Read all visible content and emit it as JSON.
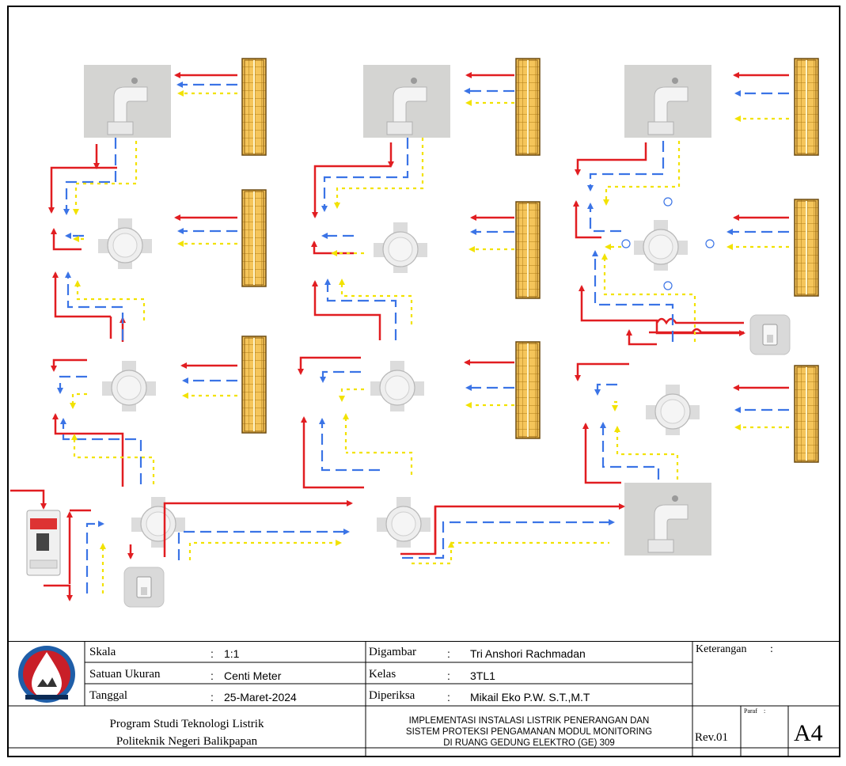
{
  "title_block": {
    "scale_label": "Skala",
    "scale_value": "1:1",
    "unit_label": "Satuan Ukuran",
    "unit_value": "Centi Meter",
    "date_label": "Tanggal",
    "date_value": "25-Maret-2024",
    "drawn_label": "Digambar",
    "drawn_value": "Tri Anshori Rachmadan",
    "class_label": "Kelas",
    "class_value": "3TL1",
    "checked_label": "Diperiksa",
    "checked_value": "Mikail Eko P.W. S.T.,M.T",
    "notes_label": "Keterangan",
    "program_line1": "Program Studi Teknologi Listrik",
    "program_line2": "Politeknik Negeri Balikpapan",
    "title_line1": "IMPLEMENTASI INSTALASI LISTRIK PENERANGAN DAN",
    "title_line2": "SISTEM PROTEKSI PENGAMANAN MODUL MONITORING",
    "title_line3": "DI RUANG GEDUNG ELEKTRO (GE) 309",
    "revision": "Rev.01",
    "paraf_label": "Paraf",
    "paper_size": "A4",
    "colon": ":"
  },
  "wire_colors": {
    "phase": "#e11d21",
    "neutral": "#3b74e6",
    "ground": "#f2e200"
  },
  "icons": [
    "lamp-fixture-icon",
    "elbow-box-icon",
    "junction-box-icon",
    "wall-switch-icon",
    "mcb-breaker-icon",
    "university-logo-icon"
  ]
}
